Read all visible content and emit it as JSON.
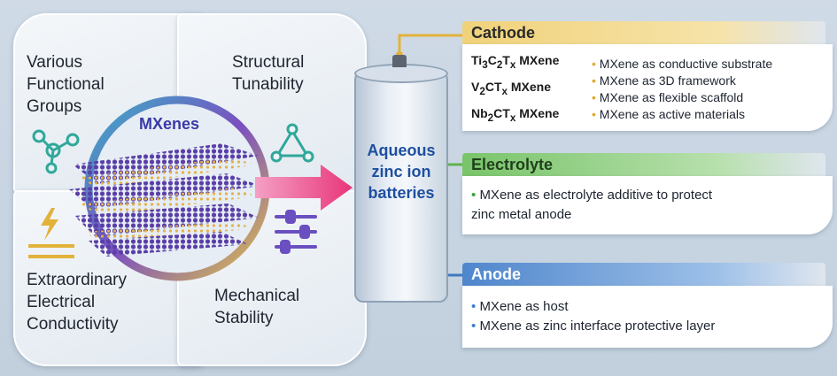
{
  "quadrants": {
    "top_left": [
      "Various",
      "Functional",
      "Groups"
    ],
    "top_right": [
      "Structural",
      "Tunability"
    ],
    "bottom_left": [
      "Extraordinary",
      "Electrical",
      "Conductivity"
    ],
    "bottom_right": [
      "Mechanical",
      "Stability"
    ]
  },
  "center_label": "MXenes",
  "battery": {
    "lines": [
      "Aqueous",
      "zinc ion",
      "batteries"
    ]
  },
  "cathode": {
    "title": "Cathode",
    "materials": [
      {
        "base": "Ti",
        "s1": "3",
        "mid": "C",
        "s2": "2",
        "t": "T",
        "s3": "x",
        "suffix": " MXene"
      },
      {
        "base": "V",
        "s1": "2",
        "mid": "CT",
        "s2": "x",
        "t": "",
        "s3": "",
        "suffix": " MXene"
      },
      {
        "base": "Nb",
        "s1": "2",
        "mid": "CT",
        "s2": "x",
        "t": "",
        "s3": "",
        "suffix": " MXene"
      }
    ],
    "bullets": [
      "MXene as conductive substrate",
      "MXene as 3D framework",
      "MXene as flexible scaffold",
      "MXene as active materials"
    ]
  },
  "electrolyte": {
    "title": "Electrolyte",
    "bullets": [
      "MXene as electrolyte additive to protect",
      "zinc metal anode"
    ]
  },
  "anode": {
    "title": "Anode",
    "bullets": [
      "MXene as host",
      "MXene as zinc interface protective layer"
    ]
  },
  "colors": {
    "cathode": "#e8c25a",
    "electrolyte": "#5fb34f",
    "anode": "#3f78c2",
    "arrow": "#e8367a",
    "mxene_dots": "#5a3fa8",
    "icon_teal": "#2fa89a"
  }
}
